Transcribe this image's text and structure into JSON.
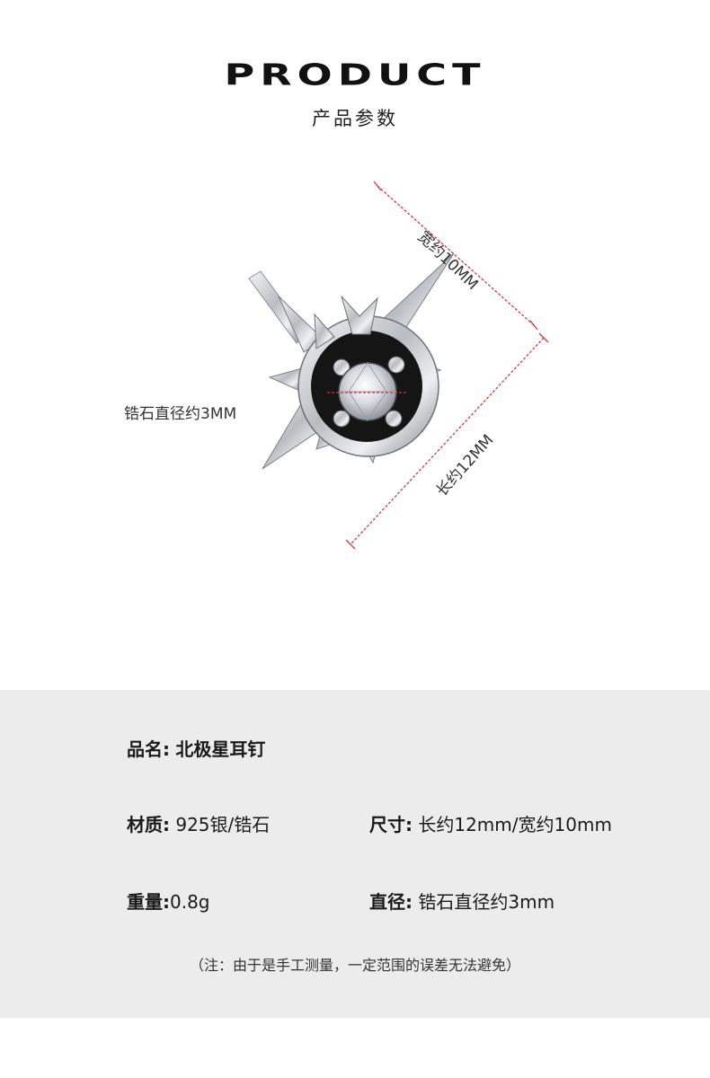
{
  "header": {
    "title": "PRODUCT",
    "subtitle": "产品参数"
  },
  "dimensions": {
    "diamond_diameter": "锆石直径约3MM",
    "width": "宽约10MM",
    "length": "长约12MM"
  },
  "specs": {
    "name_label": "品名:",
    "name_value": "北极星耳钉",
    "material_label": "材质:",
    "material_value": "925银/锆石",
    "size_label": "尺寸:",
    "size_value": "长约12mm/宽约10mm",
    "weight_label": "重量:",
    "weight_value": "0.8g",
    "diameter_label": "直径:",
    "diameter_value": "锆石直径约3mm",
    "note": "（注：由于是手工测量，一定范围的误差无法避免）"
  },
  "colors": {
    "panel_bg": "#ececec",
    "dimension_line": "#d23a3a",
    "silver": "#c9ccd0",
    "enamel": "#151515"
  }
}
